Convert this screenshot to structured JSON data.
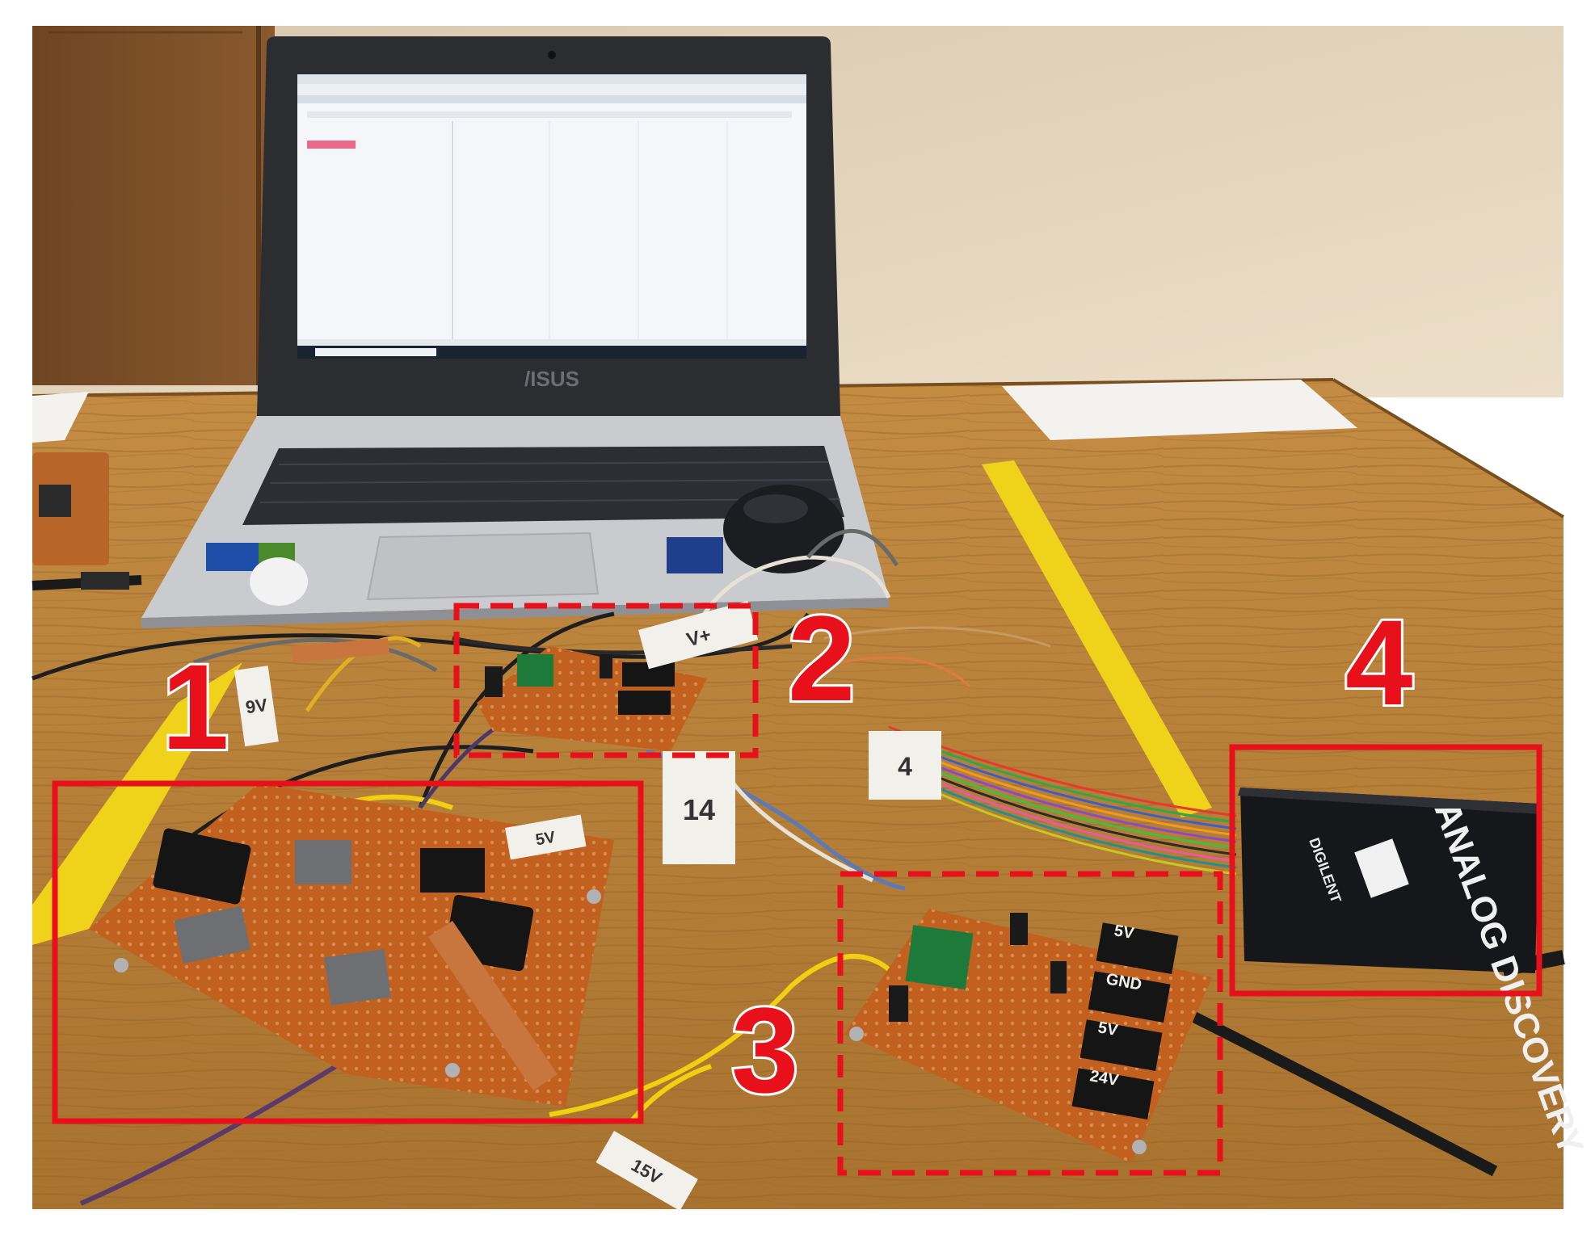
{
  "laptop": {
    "brand": "/ISUS",
    "screen_bg": "#f4f6f9",
    "taskbar": "#1b2333"
  },
  "device": {
    "name": "ANALOG DISCOVERY",
    "brand": "DIGILENT"
  },
  "tape_labels": [
    "V+",
    "14",
    "4",
    "GND",
    "5V",
    "24V",
    "9V",
    "5V",
    "15V"
  ],
  "callouts": [
    {
      "id": "1",
      "label": "1",
      "style": "solid"
    },
    {
      "id": "2",
      "label": "2",
      "style": "dashed"
    },
    {
      "id": "3",
      "label": "3",
      "style": "dashed"
    },
    {
      "id": "4",
      "label": "4",
      "style": "solid"
    }
  ],
  "colors": {
    "callout_red": "#e8101a",
    "table": "#b8823e",
    "wall": "#e2d4bd",
    "board": "#c2611f",
    "tape": "#f1d21a"
  }
}
